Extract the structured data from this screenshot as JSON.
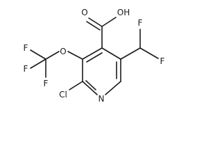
{
  "molecule": {
    "atoms": {
      "o_hydroxyl": "OH",
      "o_carbonyl": "O",
      "o_ether": "O",
      "f1": "F",
      "f2": "F",
      "f3": "F",
      "f4": "F",
      "f5": "F",
      "cl": "Cl",
      "n": "N"
    }
  }
}
